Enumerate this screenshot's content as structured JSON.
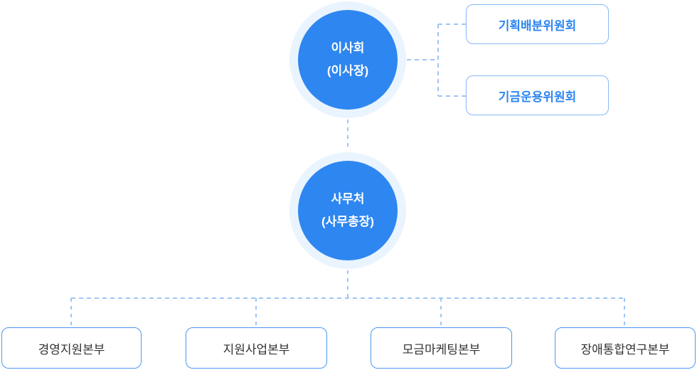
{
  "colors": {
    "primary_blue": "#2E86F0",
    "circle_halo": "#E9F4FE",
    "circle_text": "#FFFFFF",
    "committee_border": "#85B9F6",
    "committee_text": "#2E86F0",
    "division_border": "#4D96F0",
    "division_text": "#333333",
    "connector": "#9EC6F7",
    "background": "#FFFFFF"
  },
  "org_chart": {
    "board": {
      "line1": "이사회",
      "line2": "(이사장)"
    },
    "committees": [
      {
        "label": "기획배분위원회"
      },
      {
        "label": "기금운용위원회"
      }
    ],
    "secretariat": {
      "line1": "사무처",
      "line2": "(사무총장)"
    },
    "divisions": [
      {
        "label": "경영지원본부"
      },
      {
        "label": "지원사업본부"
      },
      {
        "label": "모금마케팅본부"
      },
      {
        "label": "장애통합연구본부"
      }
    ]
  }
}
